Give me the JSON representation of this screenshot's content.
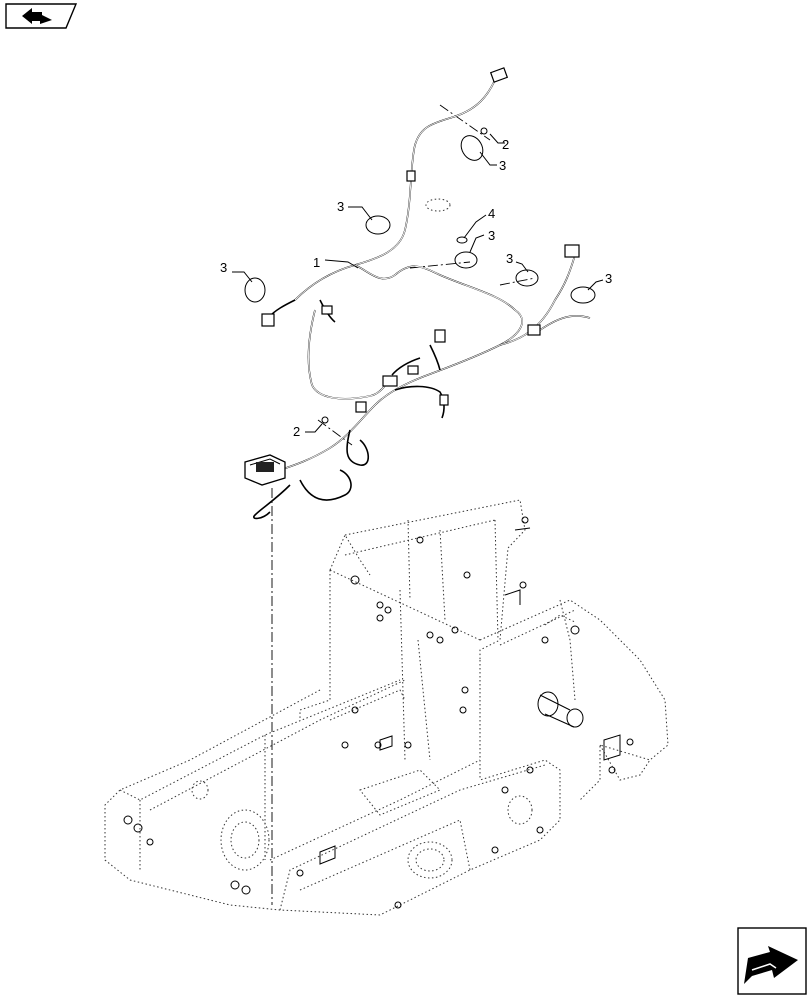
{
  "nav": {
    "back_icon": "back-arrow-icon",
    "next_icon": "next-arrow-icon"
  },
  "diagram": {
    "callouts": [
      {
        "id": "c1",
        "label": "1"
      },
      {
        "id": "c2a",
        "label": "2"
      },
      {
        "id": "c2b",
        "label": "2"
      },
      {
        "id": "c3a",
        "label": "3"
      },
      {
        "id": "c3b",
        "label": "3"
      },
      {
        "id": "c3c",
        "label": "3"
      },
      {
        "id": "c3d",
        "label": "3"
      },
      {
        "id": "c3e",
        "label": "3"
      },
      {
        "id": "c3f",
        "label": "3"
      },
      {
        "id": "c4",
        "label": "4"
      }
    ]
  }
}
